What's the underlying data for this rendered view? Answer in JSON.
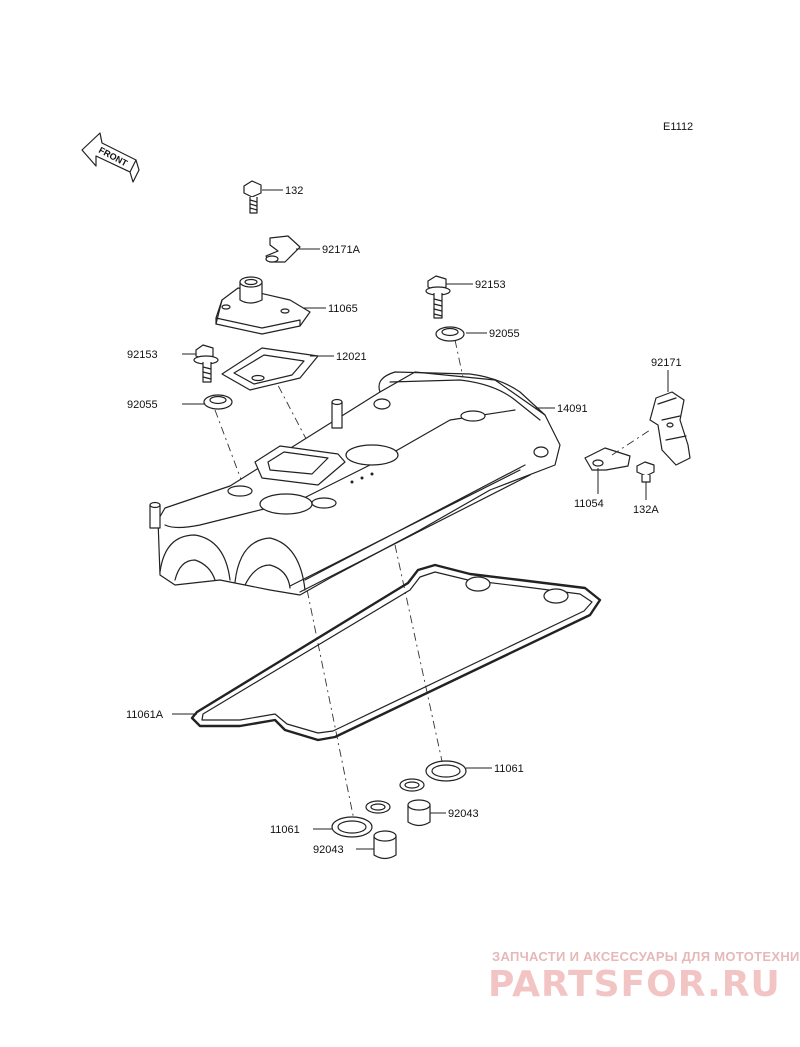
{
  "diagram_code": "E1112",
  "front_label": "FRONT",
  "labels": {
    "p132": "132",
    "p92171A": "92171A",
    "p11065": "11065",
    "p92153": "92153",
    "p92055": "92055",
    "p12021": "12021",
    "p14091": "14091",
    "p92171": "92171",
    "p11054": "11054",
    "p132A": "132A",
    "p11061A": "11061A",
    "p11061": "11061",
    "p92043": "92043"
  },
  "watermark": {
    "tagline": "ЗАПЧАСТИ И АКСЕССУАРЫ ДЛЯ МОТОТЕХНИКИ",
    "brand": "PARTSFOR.RU"
  },
  "colors": {
    "line": "#222222",
    "watermark": "#f2c4c4"
  }
}
